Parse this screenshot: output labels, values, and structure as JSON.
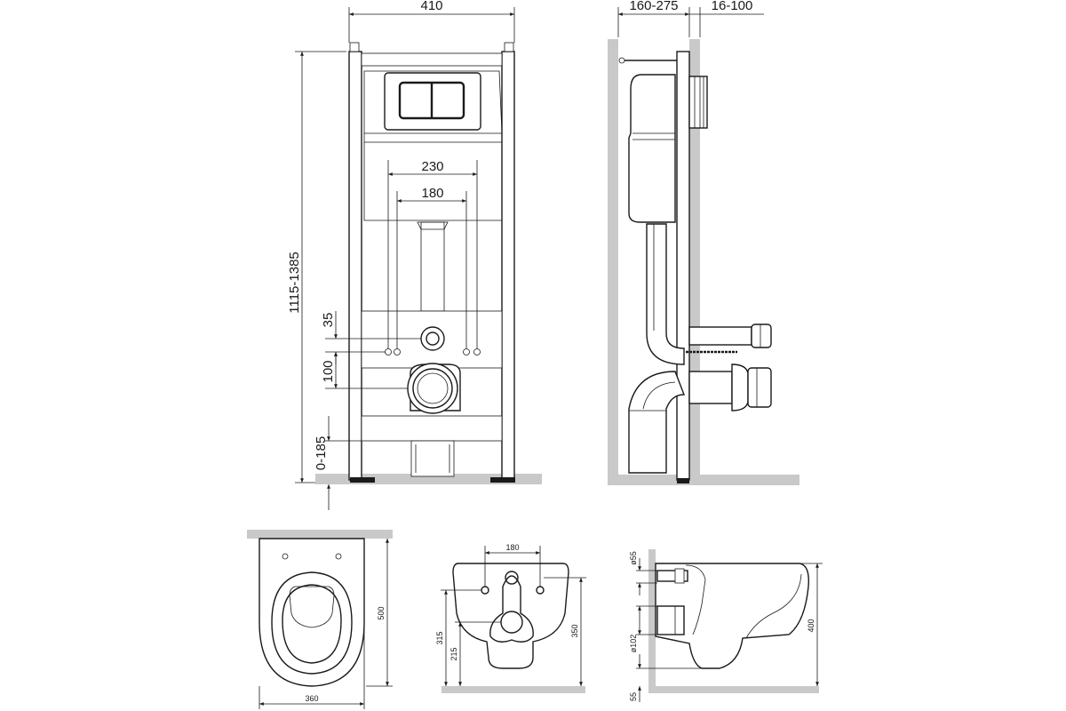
{
  "front_view": {
    "width": "410",
    "bolt_spacing_outer": "230",
    "bolt_spacing_inner": "180",
    "height_range": "1115-1385",
    "dim_35": "35",
    "dim_100": "100",
    "floor_adjust": "0-185"
  },
  "side_view": {
    "depth_range": "160-275",
    "wall_range": "16-100"
  },
  "bowl_top_view": {
    "length": "500",
    "width": "360"
  },
  "bowl_rear_view": {
    "bolt_spacing": "180",
    "height_315": "315",
    "height_215": "215",
    "height_350": "350"
  },
  "bowl_side_view": {
    "inlet_diameter": "ø55",
    "outlet_diameter": "ø102",
    "height": "400",
    "bottom_offset": "55"
  }
}
